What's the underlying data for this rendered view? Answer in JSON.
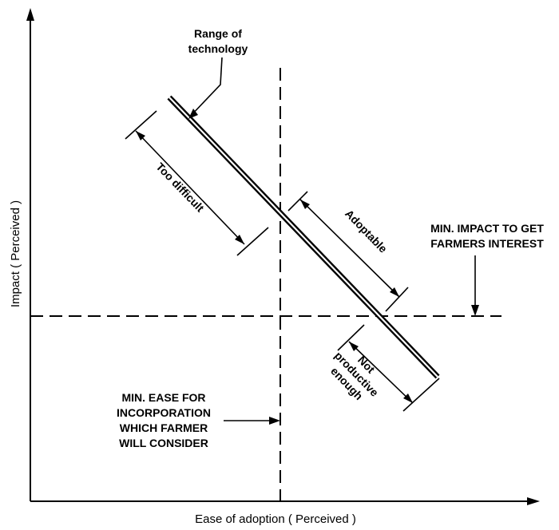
{
  "axes": {
    "x_label": "Ease of adoption ( Perceived )",
    "y_label": "Impact ( Perceived )"
  },
  "range_label": [
    "Range of",
    "technology"
  ],
  "segments": {
    "too_difficult": "Too difficult",
    "adoptable": "Adoptable",
    "not_productive": [
      "Not",
      "productive",
      "enough"
    ]
  },
  "min_impact_label": [
    "MIN. IMPACT TO GET",
    "FARMERS INTEREST"
  ],
  "min_ease_label": [
    "MIN. EASE FOR",
    "INCORPORATION",
    "WHICH FARMER",
    "WILL CONSIDER"
  ]
}
